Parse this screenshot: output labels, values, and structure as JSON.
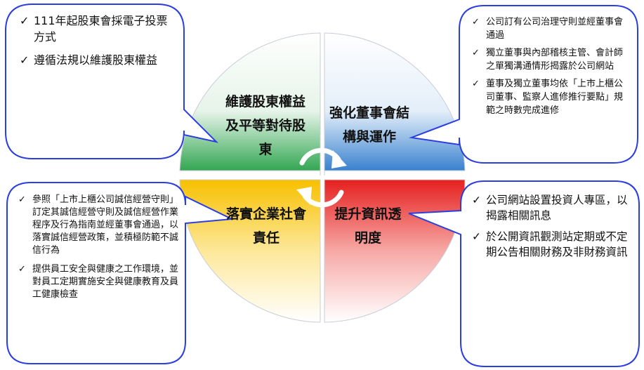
{
  "colors": {
    "callout_border": "#2b3ee0",
    "green": "#2aa84a",
    "blue": "#2f7fd0",
    "yellow": "#f7c200",
    "red": "#e8282b",
    "arrow": "#ffffff"
  },
  "quadrants": {
    "top_left": {
      "label": "維護股東權益及平等對待股東",
      "color_name": "green"
    },
    "top_right": {
      "label": "強化董事會結構與運作",
      "color_name": "blue"
    },
    "bottom_left": {
      "label": "落實企業社會責任",
      "color_name": "yellow"
    },
    "bottom_right": {
      "label": "提升資訊透明度",
      "color_name": "red"
    }
  },
  "callouts": {
    "top_left": {
      "icon": "check-icon",
      "items": [
        "111年起股東會採電子投票方式",
        "遵循法規以維護股東權益"
      ]
    },
    "top_right": {
      "icon": "check-icon",
      "items": [
        "公司訂有公司治理守則並經董事會通過",
        "獨立董事與內部稽核主管、會計師之單獨溝通情形揭露於公司網站",
        "董事及獨立董事均依「上市上櫃公司董事、監察人進修推行要點」規範之時數完成進修"
      ]
    },
    "bottom_left": {
      "icon": "check-icon",
      "items": [
        "參照「上市上櫃公司誠信經營守則」訂定其誠信經營守則及誠信經營作業程序及行為指南並經董事會通過，以落實誠信經營政策，並積極防範不誠信行為",
        "提供員工安全與健康之工作環境，並對員工定期實施安全與健康教育及員工健康檢查"
      ]
    },
    "bottom_right": {
      "icon": "check-icon",
      "items": [
        "公司網站設置投資人專區，以揭露相關訊息",
        "於公開資訊觀測站定期或不定期公告相關財務及非財務資訊"
      ]
    }
  }
}
